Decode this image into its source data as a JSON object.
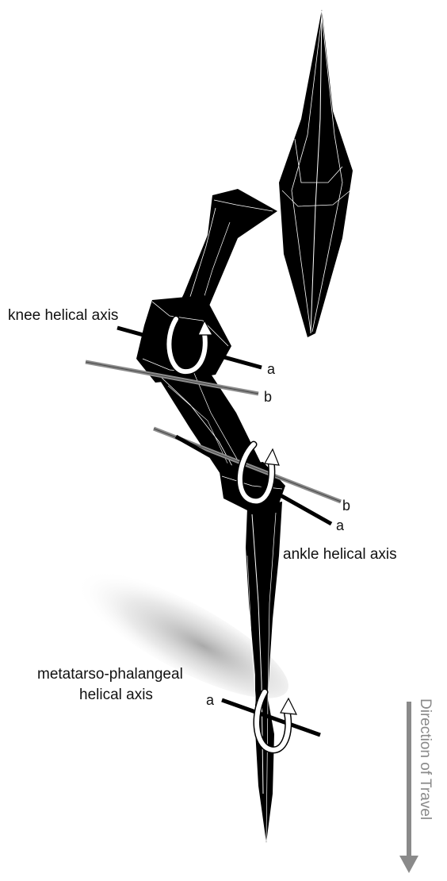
{
  "labels": {
    "knee_axis": "knee helical axis",
    "ankle_axis": "ankle helical axis",
    "mtp_axis_line1": "metatarso-phalangeal",
    "mtp_axis_line2": "helical axis",
    "knee_a": "a",
    "knee_b": "b",
    "ankle_b": "b",
    "ankle_a": "a",
    "mtp_a": "a",
    "direction": "Direction of Travel"
  },
  "colors": {
    "bone": "#000000",
    "wire": "#ffffff",
    "axis_a": "#000000",
    "axis_b": "#8c8c8c",
    "rotation_arrow": "#ffffff",
    "direction_arrow": "#8a8a8a"
  }
}
